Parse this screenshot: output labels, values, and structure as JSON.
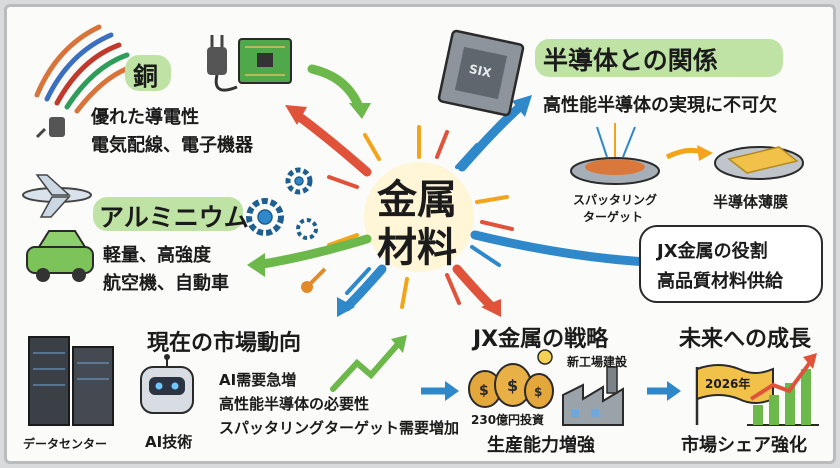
{
  "center": {
    "line1": "金属",
    "line2": "材料"
  },
  "copper": {
    "title": "銅",
    "line1": "優れた導電性",
    "line2": "電気配線、電子機器"
  },
  "aluminum": {
    "title": "アルミニウム",
    "line1": "軽量、高強度",
    "line2": "航空機、自動車"
  },
  "semi": {
    "title": "半導体との関係",
    "subtitle": "高性能半導体の実現に不可欠",
    "chip_label": "SIX",
    "target_label1": "スパッタリング",
    "target_label2": "ターゲット",
    "film_label": "半導体薄膜"
  },
  "jx_role": {
    "title": "JX金属の役割",
    "line1": "高品質材料供給"
  },
  "trends": {
    "title": "現在の市場動向",
    "line1": "AI需要急増",
    "line2": "高性能半導体の必要性",
    "line3": "スパッタリングターゲット需要増加",
    "dc_label": "データセンター",
    "ai_label": "AI技術"
  },
  "strategy": {
    "title": "JX金属の戦略",
    "invest_label": "230億円投資",
    "plant_label": "新工場建設",
    "capacity_label": "生産能力増強"
  },
  "future": {
    "title": "未来への成長",
    "flag_label": "2026年",
    "share_label": "市場シェア強化"
  }
}
